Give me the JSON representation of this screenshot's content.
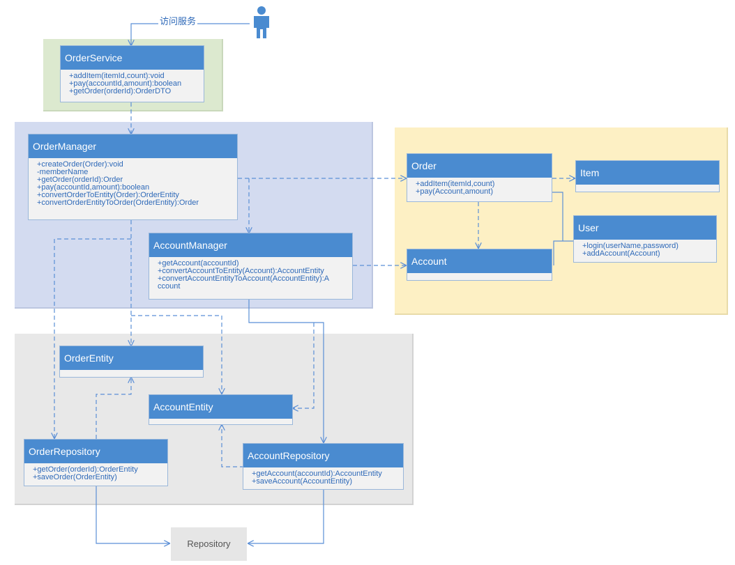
{
  "actor": {
    "label": "访问服务"
  },
  "classes": {
    "order_service": {
      "name": "OrderService",
      "members": [
        "+addItem(itemId,count):void",
        "+pay(accountId,amount):boolean",
        "+getOrder(orderId):OrderDTO"
      ]
    },
    "order_manager": {
      "name": "OrderManager",
      "members": [
        "+createOrder(Order):void",
        "-memberName",
        "+getOrder(orderId):Order",
        "+pay(accountId,amount):boolean",
        "+convertOrderToEntity(Order):OrderEntity",
        "+convertOrderEntityToOrder(OrderEntity):Order"
      ]
    },
    "account_manager": {
      "name": "AccountManager",
      "members": [
        "+getAccount(accountId)",
        "+convertAccountToEntity(Account):AccountEntity",
        "+convertAccountEntityToAccount(AccountEntity):A",
        "ccount"
      ]
    },
    "order": {
      "name": "Order",
      "members": [
        "+addItem(itemId,count)",
        "+pay(Account,amount)"
      ]
    },
    "item": {
      "name": "Item",
      "members": []
    },
    "user": {
      "name": "User",
      "members": [
        "+login(userName,password)",
        "+addAccount(Account)"
      ]
    },
    "account": {
      "name": "Account",
      "members": []
    },
    "order_entity": {
      "name": "OrderEntity",
      "members": []
    },
    "account_entity": {
      "name": "AccountEntity",
      "members": []
    },
    "order_repository": {
      "name": "OrderRepository",
      "members": [
        "+getOrder(orderId):OrderEntity",
        "+saveOrder(OrderEntity)"
      ]
    },
    "account_repository": {
      "name": "AccountRepository",
      "members": [
        "+getAccount(accountId):AccountEntity",
        "+saveAccount(AccountEntity)"
      ]
    }
  },
  "repository": {
    "label": "Repository"
  },
  "colors": {
    "header": "#4a8bd0",
    "member_text": "#2e69b8",
    "connector": "#5b8fd6"
  }
}
